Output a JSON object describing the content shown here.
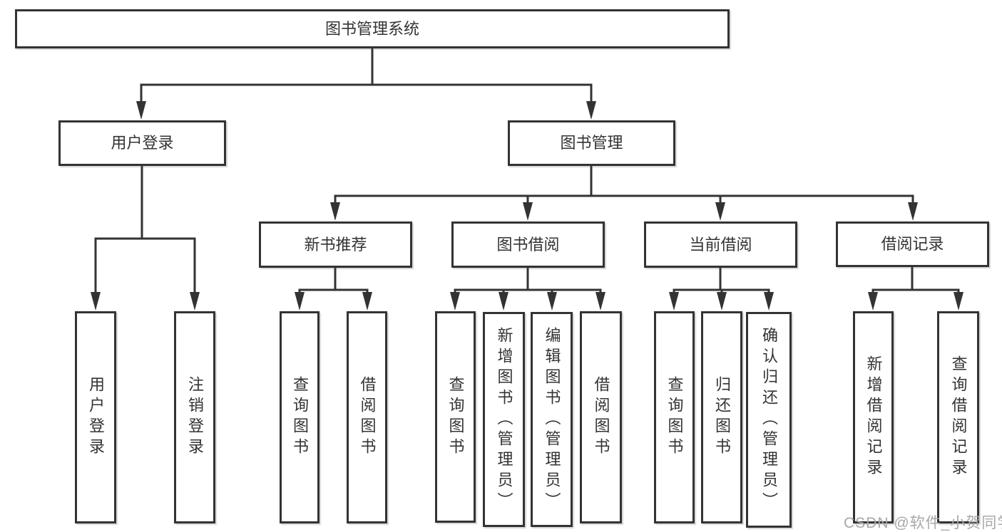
{
  "diagram": {
    "root": "图书管理系统",
    "level2": {
      "user_login": "用户登录",
      "book_management": "图书管理"
    },
    "level3": {
      "new_books": "新书推荐",
      "book_borrowing": "图书借阅",
      "current_borrowing": "当前借阅",
      "borrowing_records": "借阅记录"
    },
    "leaves": {
      "user_login": "用户登录",
      "logout": "注销登录",
      "newbooks_query": "查询图书",
      "newbooks_borrow": "借阅图书",
      "borrowing_query": "查询图书",
      "borrowing_add": "新增图书（管理员）",
      "borrowing_edit": "编辑图书（管理员）",
      "borrowing_borrow": "借阅图书",
      "current_query": "查询图书",
      "current_return": "归还图书",
      "current_confirm": "确认归还（管理员）",
      "records_add": "新增借阅记录",
      "records_query": "查询借阅记录"
    },
    "watermark": "CSDN @软件_小贺同学",
    "colors": {
      "line": "#333333",
      "text": "#333333",
      "watermark": "#a8a8a8",
      "background": "#ffffff"
    }
  }
}
